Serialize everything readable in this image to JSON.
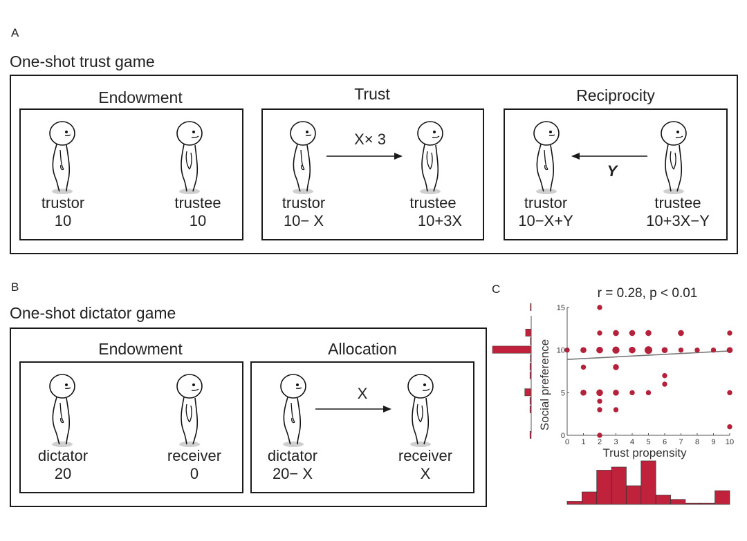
{
  "panel_a": {
    "letter": "A",
    "title": "One-shot trust game",
    "stages": [
      {
        "title": "Endowment",
        "left_role": "trustor",
        "left_value": "10",
        "right_role": "trustee",
        "right_value": "10",
        "transfer": ""
      },
      {
        "title": "Trust",
        "left_role": "trustor",
        "left_value": "10− X",
        "right_role": "trustee",
        "right_value": "10+3X",
        "transfer": "X× 3",
        "arrow": "right"
      },
      {
        "title": "Reciprocity",
        "left_role": "trustor",
        "left_value": "10−X+Y",
        "right_role": "trustee",
        "right_value": "10+3X−Y",
        "transfer": "Y",
        "arrow": "left"
      }
    ]
  },
  "panel_b": {
    "letter": "B",
    "title": "One-shot dictator game",
    "stages": [
      {
        "title": "Endowment",
        "left_role": "dictator",
        "left_value": "20",
        "right_role": "receiver",
        "right_value": "0",
        "transfer": ""
      },
      {
        "title": "Allocation",
        "left_role": "dictator",
        "left_value": "20− X",
        "right_role": "receiver",
        "right_value": "X",
        "transfer": "X",
        "arrow": "right"
      }
    ]
  },
  "panel_c": {
    "letter": "C",
    "stat_text": "r = 0.28, p < 0.01"
  },
  "colors": {
    "point": "#b5213a",
    "hist": "#c0223b",
    "fit": "#777777",
    "line": "#1a1a1a"
  },
  "chart_data": {
    "type": "scatter",
    "title": "r = 0.28, p < 0.01",
    "xlabel": "Trust propensity",
    "ylabel": "Social preference",
    "xlim": [
      0,
      10
    ],
    "ylim": [
      0,
      15
    ],
    "xticks": [
      "0",
      "1",
      "2",
      "3",
      "4",
      "5",
      "6",
      "7",
      "8",
      "9",
      "10"
    ],
    "yticks": [
      "0",
      "5",
      "10",
      "15"
    ],
    "points": [
      {
        "x": 0,
        "y": 10,
        "n": 1
      },
      {
        "x": 1,
        "y": 10,
        "n": 2
      },
      {
        "x": 1,
        "y": 8,
        "n": 1
      },
      {
        "x": 1,
        "y": 5,
        "n": 2
      },
      {
        "x": 2,
        "y": 15,
        "n": 1
      },
      {
        "x": 2,
        "y": 12,
        "n": 1
      },
      {
        "x": 2,
        "y": 10,
        "n": 3
      },
      {
        "x": 2,
        "y": 5,
        "n": 3
      },
      {
        "x": 2,
        "y": 4,
        "n": 1
      },
      {
        "x": 2,
        "y": 3,
        "n": 1
      },
      {
        "x": 2,
        "y": 0,
        "n": 1
      },
      {
        "x": 3,
        "y": 12,
        "n": 2
      },
      {
        "x": 3,
        "y": 10,
        "n": 4
      },
      {
        "x": 3,
        "y": 8,
        "n": 2
      },
      {
        "x": 3,
        "y": 5,
        "n": 2
      },
      {
        "x": 3,
        "y": 3,
        "n": 1
      },
      {
        "x": 4,
        "y": 12,
        "n": 2
      },
      {
        "x": 4,
        "y": 10,
        "n": 3
      },
      {
        "x": 4,
        "y": 5,
        "n": 1
      },
      {
        "x": 5,
        "y": 12,
        "n": 2
      },
      {
        "x": 5,
        "y": 10,
        "n": 5
      },
      {
        "x": 5,
        "y": 5,
        "n": 1
      },
      {
        "x": 6,
        "y": 10,
        "n": 2
      },
      {
        "x": 6,
        "y": 7,
        "n": 1
      },
      {
        "x": 6,
        "y": 6,
        "n": 1
      },
      {
        "x": 7,
        "y": 12,
        "n": 2
      },
      {
        "x": 7,
        "y": 10,
        "n": 1
      },
      {
        "x": 8,
        "y": 10,
        "n": 1
      },
      {
        "x": 9,
        "y": 10,
        "n": 1
      },
      {
        "x": 10,
        "y": 12,
        "n": 1
      },
      {
        "x": 10,
        "y": 10,
        "n": 2
      },
      {
        "x": 10,
        "y": 5,
        "n": 1
      },
      {
        "x": 10,
        "y": 1,
        "n": 1
      }
    ],
    "fit_line": {
      "x": [
        0,
        10
      ],
      "y": [
        8.9,
        9.9
      ]
    },
    "x_histogram": {
      "bins": [
        0,
        1,
        2,
        3,
        4,
        5,
        6,
        7,
        8,
        9,
        10
      ],
      "counts": [
        0.5,
        2,
        5.5,
        6,
        3,
        7,
        1.5,
        0.8,
        0.2,
        0.2,
        2.2
      ]
    },
    "y_histogram": {
      "bins": [
        0,
        1,
        2,
        3,
        4,
        5,
        6,
        7,
        8,
        9,
        10,
        11,
        12,
        13,
        14,
        15
      ],
      "counts": [
        0.3,
        0,
        0,
        0.3,
        0.3,
        1.5,
        0,
        0.3,
        0.3,
        0.2,
        9,
        0.2,
        1.3,
        0,
        0,
        0.2
      ]
    }
  }
}
